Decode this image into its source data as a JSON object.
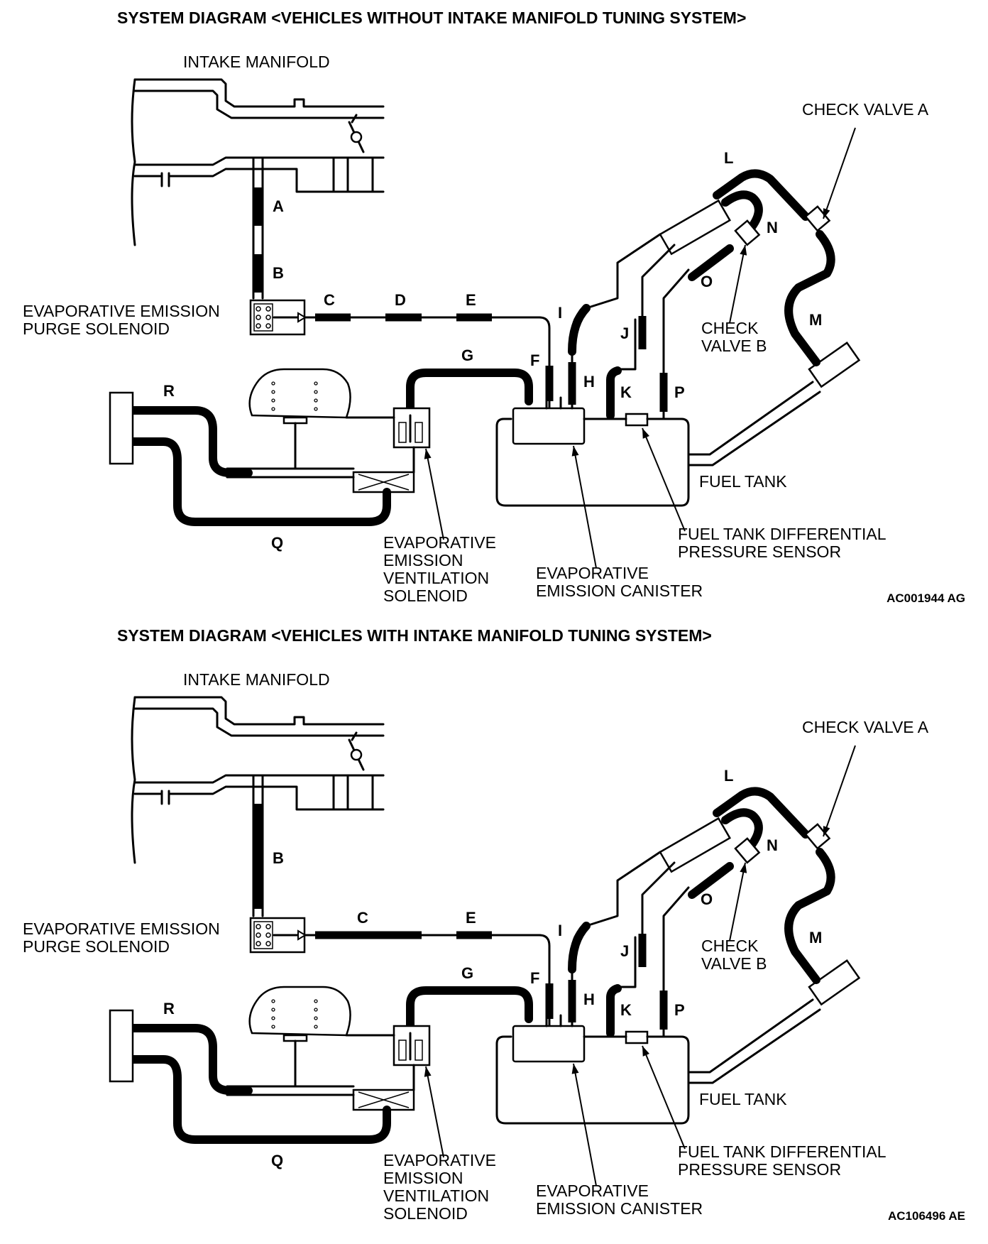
{
  "diagrams": [
    {
      "title": "SYSTEM DIAGRAM <VEHICLES WITHOUT INTAKE MANIFOLD TUNING SYSTEM>",
      "code": "AC001944 AG",
      "components": {
        "intake_manifold": "INTAKE MANIFOLD",
        "check_valve_a": "CHECK VALVE A",
        "check_valve_b": [
          "CHECK",
          "VALVE B"
        ],
        "purge_solenoid": [
          "EVAPORATIVE EMISSION",
          "PURGE SOLENOID"
        ],
        "fuel_tank": "FUEL TANK",
        "pressure_sensor": [
          "FUEL TANK DIFFERENTIAL",
          "PRESSURE SENSOR"
        ],
        "ventilation_solenoid": [
          "EVAPORATIVE",
          "EMISSION",
          "VENTILATION",
          "SOLENOID"
        ],
        "canister": [
          "EVAPORATIVE",
          "EMISSION CANISTER"
        ]
      },
      "hoses": [
        "A",
        "B",
        "C",
        "D",
        "E",
        "F",
        "G",
        "H",
        "I",
        "J",
        "K",
        "L",
        "M",
        "N",
        "O",
        "P",
        "Q",
        "R"
      ]
    },
    {
      "title": "SYSTEM DIAGRAM <VEHICLES WITH INTAKE MANIFOLD TUNING SYSTEM>",
      "code": "AC106496 AE",
      "components": {
        "intake_manifold": "INTAKE MANIFOLD",
        "check_valve_a": "CHECK VALVE A",
        "check_valve_b": [
          "CHECK",
          "VALVE B"
        ],
        "purge_solenoid": [
          "EVAPORATIVE EMISSION",
          "PURGE SOLENOID"
        ],
        "fuel_tank": "FUEL TANK",
        "pressure_sensor": [
          "FUEL TANK DIFFERENTIAL",
          "PRESSURE SENSOR"
        ],
        "ventilation_solenoid": [
          "EVAPORATIVE",
          "EMISSION",
          "VENTILATION",
          "SOLENOID"
        ],
        "canister": [
          "EVAPORATIVE",
          "EMISSION CANISTER"
        ]
      },
      "hoses": [
        "B",
        "C",
        "E",
        "F",
        "G",
        "H",
        "I",
        "J",
        "K",
        "L",
        "M",
        "N",
        "O",
        "P",
        "Q",
        "R"
      ]
    }
  ]
}
